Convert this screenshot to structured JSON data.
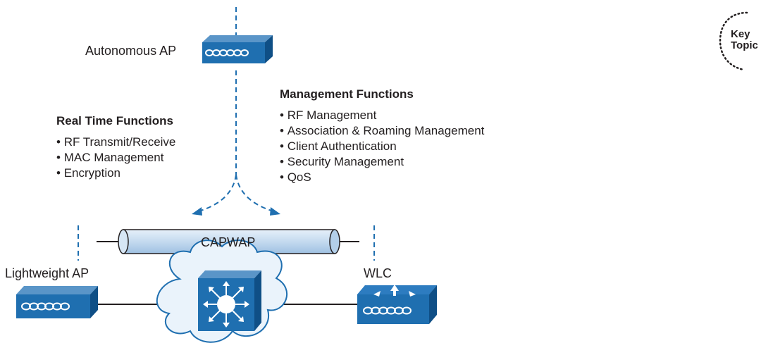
{
  "labels": {
    "autonomous_ap": "Autonomous AP",
    "lightweight_ap": "Lightweight AP",
    "wlc": "WLC",
    "tunnel": "CAPWAP",
    "key_topic_line1": "Key",
    "key_topic_line2": "Topic"
  },
  "real_time": {
    "heading": "Real Time Functions",
    "items": [
      "RF Transmit/Receive",
      "MAC Management",
      "Encryption"
    ]
  },
  "management": {
    "heading": "Management Functions",
    "items": [
      "RF Management",
      "Association & Roaming Management",
      "Client Authentication",
      "Security Management",
      "QoS"
    ]
  },
  "colors": {
    "device_blue": "#1f6fb0",
    "device_dark": "#0f4f86",
    "cloud_fill": "#e9f2fa",
    "cloud_stroke": "#1f6fb0",
    "tunnel_fill": "#c9ddf0",
    "dash_line": "#1f6fb0"
  },
  "icons": {
    "autonomous_ap": "access-point-icon",
    "lightweight_ap": "access-point-icon",
    "wlc": "wireless-controller-icon",
    "switch": "layer3-switch-icon",
    "cloud": "network-cloud-icon"
  }
}
